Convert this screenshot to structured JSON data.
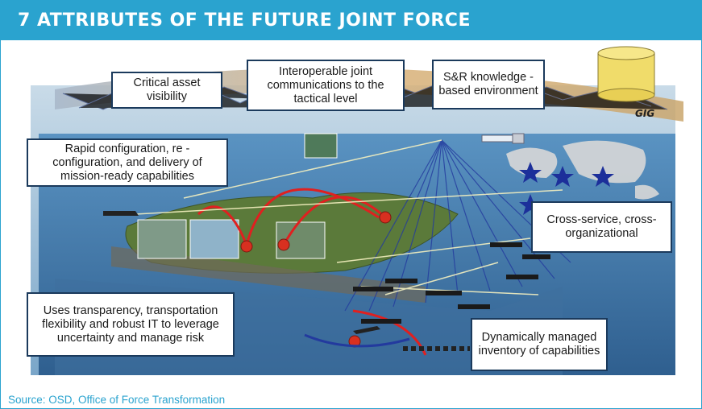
{
  "header": {
    "title": "7 ATTRIBUTES OF THE FUTURE JOINT FORCE"
  },
  "callouts": {
    "critical_asset": "Critical asset visibility",
    "interoperable": "Interoperable joint communications to the tactical level",
    "snr": "S&R knowledge - based environment",
    "rapid_config": "Rapid configuration, re - configuration, and delivery of mission-ready capabilities",
    "cross_service": "Cross-service, cross-organizational",
    "transparency": "Uses transparency, transportation flexibility and robust IT to leverage uncertainty and manage risk",
    "inventory": "Dynamically managed inventory of capabilities"
  },
  "gig_label": "GIG",
  "source": "Source: OSD, Office of Force Transformation",
  "colors": {
    "accent": "#2aa3cf",
    "ocean": "#4c86b8",
    "land": "#5b7a3a",
    "link_red": "#e02020"
  }
}
